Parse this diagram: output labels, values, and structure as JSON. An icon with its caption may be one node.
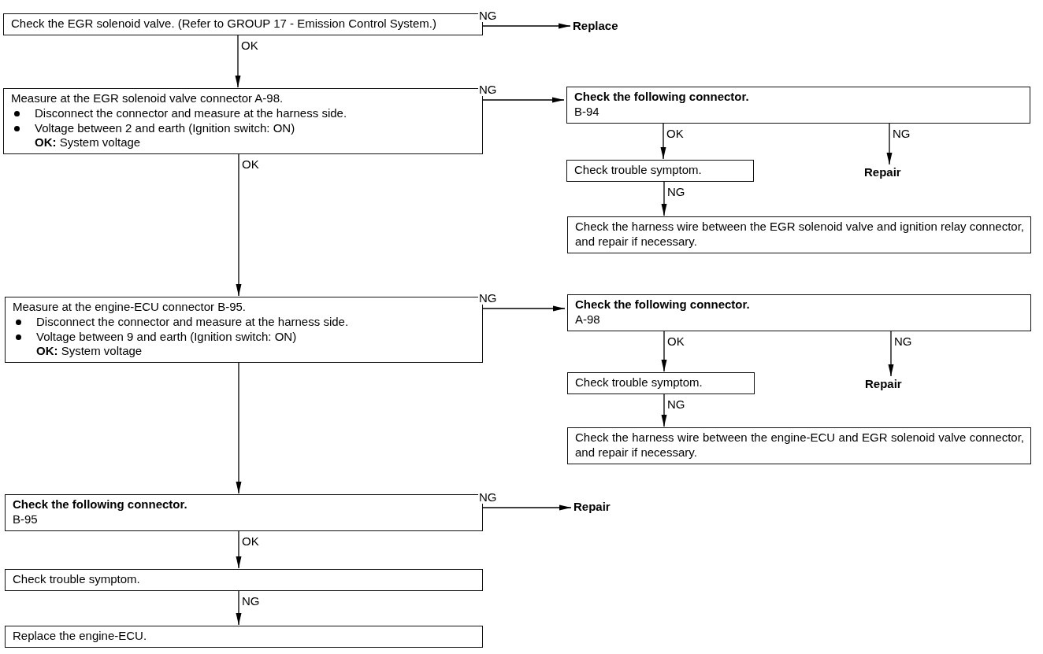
{
  "diagram": {
    "nodes": [
      {
        "text": [
          "Check the EGR solenoid valve. (Refer to GROUP 17 - Emission Control System.)"
        ]
      },
      {
        "text": [
          "Replace"
        ]
      },
      {
        "text": [
          "Measure at the EGR solenoid valve connector A-98.",
          "Disconnect the connector and measure at the harness side.",
          "Voltage between 2 and earth (Ignition switch: ON)",
          "**OK:** System voltage"
        ]
      },
      {
        "text": [
          "Check the following connector.",
          "B-94"
        ]
      },
      {
        "text": [
          "Check trouble symptom."
        ]
      },
      {
        "text": [
          "Repair"
        ]
      },
      {
        "text": [
          "Check the harness wire between the EGR solenoid valve and ignition relay connector, and repair if necessary."
        ]
      },
      {
        "text": [
          "Measure at the engine-ECU connector B-95.",
          "Disconnect the connector and measure at the harness side.",
          "Voltage between 9 and earth (Ignition switch: ON)",
          "**OK:** System voltage"
        ]
      },
      {
        "text": [
          "Check the following connector.",
          "A-98"
        ]
      },
      {
        "text": [
          "Check trouble symptom."
        ]
      },
      {
        "text": [
          "Repair"
        ]
      },
      {
        "text": [
          "Check the harness wire between the engine-ECU and EGR solenoid valve connector, and repair if necessary."
        ]
      },
      {
        "text": [
          "Check the following connector.",
          "B-95"
        ]
      },
      {
        "text": [
          "Repair"
        ]
      },
      {
        "text": [
          "Check trouble symptom."
        ]
      },
      {
        "text": [
          "Replace the engine-ECU."
        ]
      }
    ],
    "edges": [
      {
        "from": 0,
        "to": 1,
        "arrow": "to",
        "label": "NG"
      },
      {
        "from": 0,
        "to": 2,
        "arrow": "to",
        "label": "OK"
      },
      {
        "from": 2,
        "to": 3,
        "arrow": "to",
        "label": "NG"
      },
      {
        "from": 2,
        "to": 7,
        "arrow": "to",
        "label": "OK"
      },
      {
        "from": 3,
        "to": 4,
        "arrow": "to",
        "label": "OK"
      },
      {
        "from": 3,
        "to": 5,
        "arrow": "to",
        "label": "NG"
      },
      {
        "from": 4,
        "to": 6,
        "arrow": "to",
        "label": "NG"
      },
      {
        "from": 7,
        "to": 8,
        "arrow": "to",
        "label": "NG"
      },
      {
        "from": 7,
        "to": 12,
        "arrow": "to"
      },
      {
        "from": 8,
        "to": 9,
        "arrow": "to",
        "label": "OK"
      },
      {
        "from": 8,
        "to": 10,
        "arrow": "to",
        "label": "NG"
      },
      {
        "from": 9,
        "to": 11,
        "arrow": "to",
        "label": "NG"
      },
      {
        "from": 12,
        "to": 13,
        "arrow": "to",
        "label": "NG"
      },
      {
        "from": 12,
        "to": 14,
        "arrow": "to",
        "label": "OK"
      },
      {
        "from": 14,
        "to": 15,
        "arrow": "to",
        "label": "NG"
      }
    ]
  }
}
